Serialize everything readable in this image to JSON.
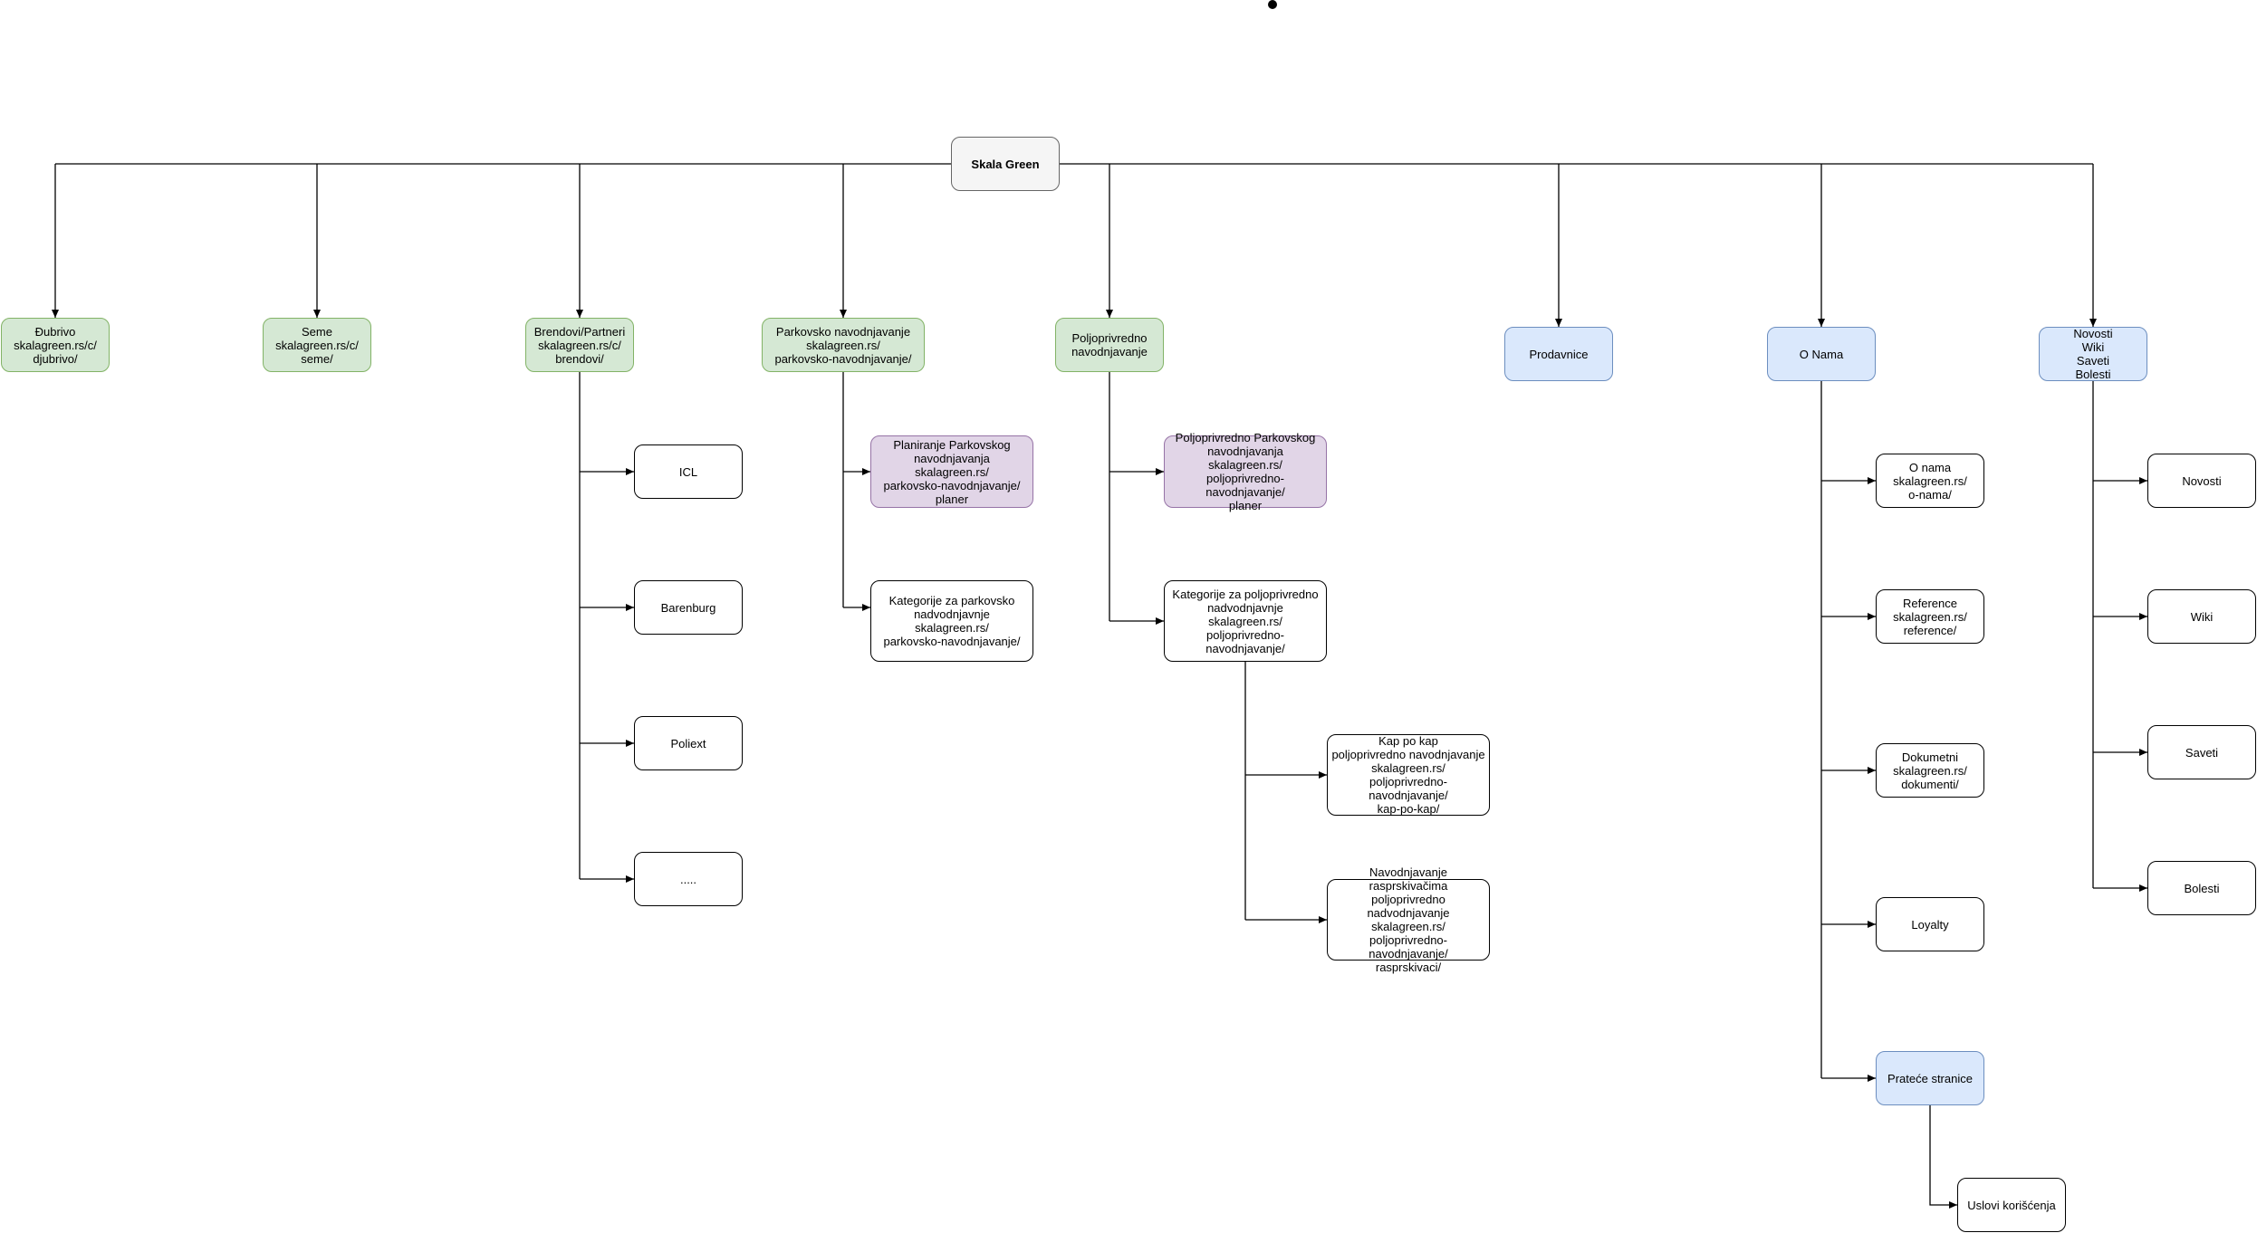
{
  "diagram": {
    "root": {
      "label": "Skala Green"
    },
    "categories": [
      {
        "id": "djubrivo",
        "label": "Đubrivo\nskalagreen.rs/c/\ndjubrivo/",
        "color": "green"
      },
      {
        "id": "seme",
        "label": "Seme\nskalagreen.rs/c/\nseme/",
        "color": "green"
      },
      {
        "id": "brendovi",
        "label": "Brendovi/Partneri\nskalagreen.rs/c/\nbrendovi/",
        "color": "green"
      },
      {
        "id": "parkovsko",
        "label": "Parkovsko navodnjavanje\nskalagreen.rs/\nparkovsko-navodnjavanje/",
        "color": "green"
      },
      {
        "id": "poljoprivredno",
        "label": "Poljoprivredno\nnavodnjavanje",
        "color": "green"
      },
      {
        "id": "prodavnice",
        "label": "Prodavnice",
        "color": "blue"
      },
      {
        "id": "onama",
        "label": "O Nama",
        "color": "blue"
      },
      {
        "id": "novosti",
        "label": "Novosti\nWiki\nSaveti\nBolesti",
        "color": "blue"
      }
    ],
    "brand_children": [
      {
        "id": "icl",
        "label": "ICL"
      },
      {
        "id": "barenburg",
        "label": "Barenburg"
      },
      {
        "id": "poliext",
        "label": "Poliext"
      },
      {
        "id": "more",
        "label": "....."
      }
    ],
    "park_children": [
      {
        "id": "park-planer",
        "label": "Planiranje Parkovskog\nnavodnjavanja\nskalagreen.rs/\nparkovsko-navodnjavanje/\nplaner",
        "color": "purple"
      },
      {
        "id": "park-kat",
        "label": "Kategorije za parkovsko\nnadvodnjavnje\nskalagreen.rs/\nparkovsko-navodnjavanje/",
        "color": "white"
      }
    ],
    "polj_children": [
      {
        "id": "polj-planer",
        "label": "Poljoprivredno Parkovskog\nnavodnjavanja\nskalagreen.rs/\npoljoprivredno-navodnjavanje/\nplaner",
        "color": "purple"
      },
      {
        "id": "polj-kat",
        "label": "Kategorije za poljoprivredno\nnadvodnjavnje\nskalagreen.rs/\npoljoprivredno-navodnjavanje/",
        "color": "white"
      }
    ],
    "polj_kat_children": [
      {
        "id": "kap",
        "label": "Kap po kap\npoljoprivredno navodnjavanje\nskalagreen.rs/\npoljoprivredno-navodnjavanje/\nkap-po-kap/"
      },
      {
        "id": "rasprskivaci",
        "label": "Navodnjavanje rasprskivačima\npoljoprivredno nadvodnjavanje\nskalagreen.rs/\npoljoprivredno-navodnjavanje/\nrasprskivaci/"
      }
    ],
    "onama_children": [
      {
        "id": "o-nama-page",
        "label": "O nama\nskalagreen.rs/\no-nama/",
        "color": "white"
      },
      {
        "id": "reference",
        "label": "Reference\nskalagreen.rs/\nreference/",
        "color": "white"
      },
      {
        "id": "dokumenti",
        "label": "Dokumetni\nskalagreen.rs/\ndokumenti/",
        "color": "white"
      },
      {
        "id": "loyalty",
        "label": "Loyalty",
        "color": "white"
      },
      {
        "id": "pratece",
        "label": "Prateće stranice",
        "color": "blue"
      }
    ],
    "pratece_children": [
      {
        "id": "uslovi",
        "label": "Uslovi korišćenja"
      }
    ],
    "novosti_children": [
      {
        "id": "n-novosti",
        "label": "Novosti"
      },
      {
        "id": "n-wiki",
        "label": "Wiki"
      },
      {
        "id": "n-saveti",
        "label": "Saveti"
      },
      {
        "id": "n-bolesti",
        "label": "Bolesti"
      }
    ]
  }
}
